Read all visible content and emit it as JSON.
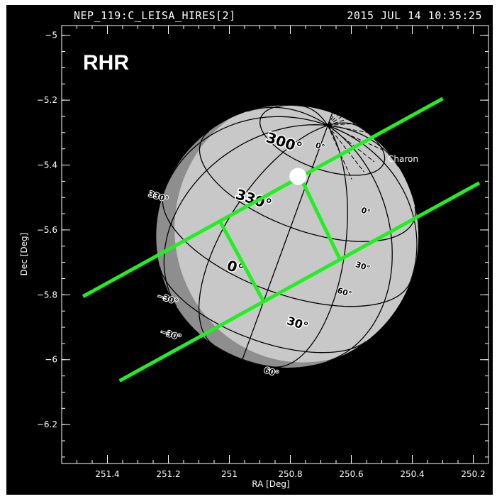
{
  "chart_data": {
    "type": "scatter",
    "title": "",
    "top_left_label": "NEP_119:C_LEISA_HIRES[2]",
    "top_right_label": "2015 JUL 14 10:35:25",
    "panel_label": "RHR",
    "xlabel": "RA [Deg]",
    "ylabel": "Dec [Deg]",
    "xlim": [
      251.55,
      250.15
    ],
    "ylim": [
      -6.32,
      -4.97
    ],
    "x_reversed": true,
    "grid": false,
    "x_ticks": [
      251.4,
      251.2,
      251,
      250.8,
      250.6,
      250.4,
      250.2
    ],
    "x_tick_labels": [
      "251.4",
      "251.2",
      "251",
      "250.8",
      "250.6",
      "250.4",
      "250.2"
    ],
    "y_ticks": [
      -5,
      -5.2,
      -5.4,
      -5.6,
      -5.8,
      -6,
      -6.2
    ],
    "y_tick_labels": [
      "−5",
      "−5.2",
      "−5.4",
      "−5.6",
      "−5.8",
      "−6",
      "−6.2"
    ],
    "body": {
      "center_ra": 250.81,
      "center_dec": -5.62,
      "radius_deg": 0.43,
      "name": "Charon",
      "subsolar_point": [
        250.775,
        -5.435
      ]
    },
    "slit_lines": [
      {
        "name": "upper-slit-edge",
        "x": [
          251.48,
          250.3
        ],
        "y": [
          -5.805,
          -5.195
        ]
      },
      {
        "name": "lower-slit-edge",
        "x": [
          251.36,
          250.18
        ],
        "y": [
          -6.065,
          -5.455
        ]
      }
    ],
    "cross_segments": [
      {
        "x": [
          251.03,
          250.888
        ],
        "y": [
          -5.575,
          -5.82
        ]
      },
      {
        "x": [
          250.758,
          250.635
        ],
        "y": [
          -5.455,
          -5.695
        ]
      }
    ],
    "longitude_labels": [
      {
        "text": "300°",
        "ra": 250.825,
        "dec": -5.345,
        "size": "large"
      },
      {
        "text": "330°",
        "ra": 250.925,
        "dec": -5.52,
        "size": "large"
      },
      {
        "text": "0°",
        "ra": 250.985,
        "dec": -5.73,
        "size": "large"
      },
      {
        "text": "30°",
        "ra": 250.78,
        "dec": -5.9,
        "size": "medium"
      },
      {
        "text": "60°",
        "ra": 250.625,
        "dec": -5.8,
        "size": "small"
      },
      {
        "text": "330°",
        "ra": 251.235,
        "dec": -5.505,
        "size": "small"
      },
      {
        "text": "60°",
        "ra": 250.865,
        "dec": -6.045,
        "size": "small"
      },
      {
        "text": "0°",
        "ra": 250.705,
        "dec": -5.35,
        "size": "small"
      },
      {
        "text": "0°",
        "ra": 250.555,
        "dec": -5.55,
        "size": "small"
      },
      {
        "text": "30°",
        "ra": 250.565,
        "dec": -5.72,
        "size": "small"
      },
      {
        "text": "−30°",
        "ra": 251.205,
        "dec": -5.82,
        "size": "small"
      },
      {
        "text": "−30°",
        "ra": 251.195,
        "dec": -5.93,
        "size": "small"
      }
    ],
    "colors": {
      "background": "#000000",
      "frame": "#ffffff",
      "globe_day": "#c8c8c8",
      "globe_night": "#8e8e8e",
      "grid_lines": "#000000",
      "slit": "#22ee22",
      "subsolar": "#ffffff"
    }
  }
}
